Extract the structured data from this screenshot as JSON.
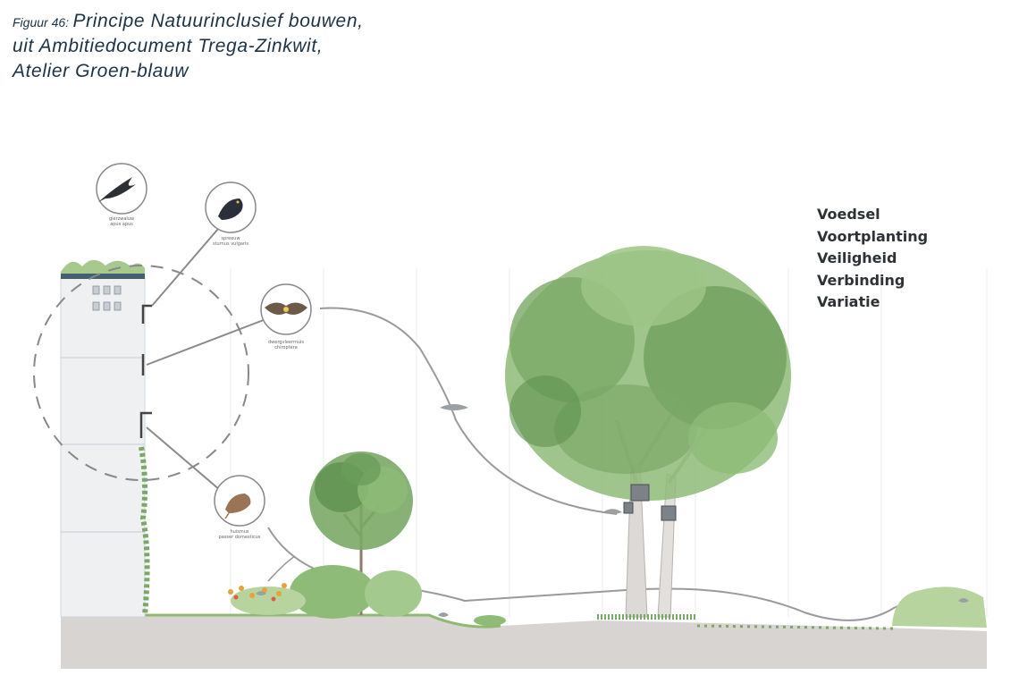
{
  "caption": {
    "figure_label": "Figuur 46:",
    "line1": "Principe Natuurinclusief bouwen,",
    "line2": "uit Ambitiedocument Trega-Zinkwit,",
    "line3": "Atelier Groen-blauw"
  },
  "principles": [
    "Voedsel",
    "Voortplanting",
    "Veiligheid",
    "Verbinding",
    "Variatie"
  ],
  "birds": [
    {
      "common": "gierzwaluw",
      "latin": "apus apus",
      "icon": "swift-icon"
    },
    {
      "common": "spreeuw",
      "latin": "sturnus vulgaris",
      "icon": "starling-icon"
    },
    {
      "common": "dwergvleermuis",
      "latin": "chiroptera",
      "icon": "bat-icon"
    },
    {
      "common": "huismus",
      "latin": "passer domesticus",
      "icon": "sparrow-icon"
    }
  ],
  "colors": {
    "caption": "#1c3346",
    "ground": "#d8d4d1",
    "foliage": "#7aa866",
    "foliage_dark": "#4f7f45",
    "building": "#eef0f2",
    "principles_text": "#2e3236"
  }
}
